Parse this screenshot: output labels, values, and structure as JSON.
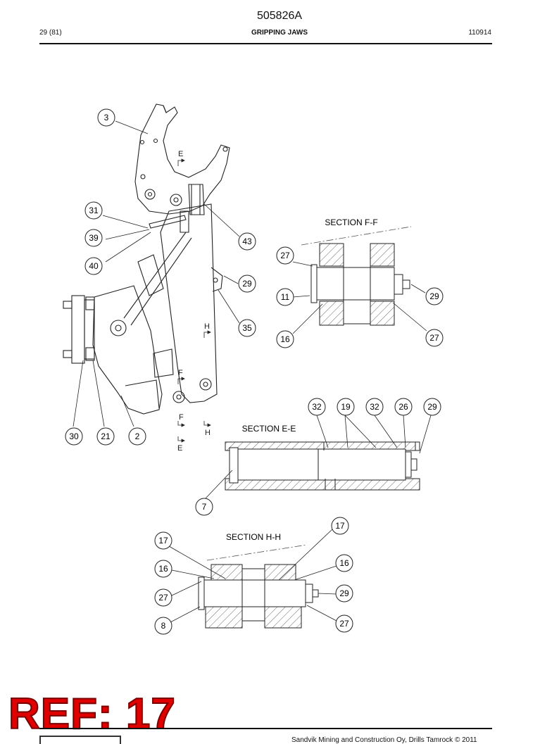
{
  "header": {
    "doc_number": "505826A",
    "page": "29 (81)",
    "title": "GRIPPING JAWS",
    "code": "110914"
  },
  "sections": {
    "ff": "SECTION  F-F",
    "ee": "SECTION  E-E",
    "hh": "SECTION  H-H"
  },
  "cut_marks": {
    "e": "E",
    "f": "F",
    "h": "H"
  },
  "callouts": {
    "main": [
      "3",
      "31",
      "39",
      "40",
      "43",
      "29",
      "35",
      "30",
      "21",
      "2"
    ],
    "ff": [
      "27",
      "11",
      "16",
      "29",
      "27"
    ],
    "ee": [
      "32",
      "19",
      "32",
      "26",
      "29",
      "7"
    ],
    "hh": [
      "17",
      "16",
      "27",
      "8",
      "17",
      "16",
      "29",
      "27"
    ]
  },
  "stamp": "REF: 17",
  "footer": "Sandvik Mining and Construction Oy, Drills Tamrock © 2011"
}
